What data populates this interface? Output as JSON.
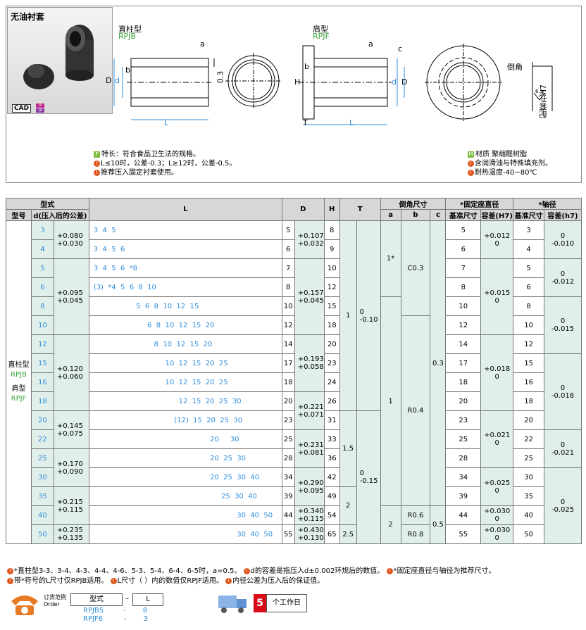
{
  "photo": {
    "title": "无油衬套",
    "cad_label": "CAD",
    "cad_badges": [
      "2D",
      "3D"
    ]
  },
  "drawing": {
    "type1_name": "直柱型",
    "type1_code": "RPJB",
    "type2_name": "肩型",
    "type2_code": "RPJF",
    "labels": {
      "a": "a",
      "b": "b",
      "c": "c",
      "D": "D",
      "d": "d",
      "L": "L",
      "H": "H",
      "T": "T",
      "dim03": "0.3",
      "chamfer": "倒角",
      "fit": "配套孔H7",
      "rough": "6.3"
    }
  },
  "notes": {
    "left": [
      "特长：符合食品卫生法的规格。",
      "L≤10时，公差-0.3；L≥12时，公差-0.5。",
      "推荐压入固定衬套使用。"
    ],
    "right": [
      "材质  聚缩醛树脂",
      "含润滑油与特殊填充剂。",
      "耐热温度-40~80℃"
    ]
  },
  "table": {
    "headers": {
      "type_group": "型式",
      "type_no": "型号",
      "d_col": "d(压入后的公差)",
      "L": "L",
      "D": "D",
      "H": "H",
      "T": "T",
      "chamfer": "倒角尺寸",
      "a": "a",
      "b": "b",
      "c": "c",
      "seat": "*固定座直径",
      "shaft": "*轴径",
      "base": "基准尺寸",
      "tol_h7": "容差(H7)",
      "tol_h7_2": "容差(h7)"
    },
    "type_labels": [
      "直柱型",
      "RPJB",
      "肩型",
      "RPJF"
    ],
    "rows": [
      {
        "d": "3",
        "dtol": [
          "+0.080",
          "+0.030"
        ],
        "L": "3  4  5",
        "D": "5",
        "H": "8",
        "seat": "5",
        "shaft": "3"
      },
      {
        "d": "4",
        "dtol": [
          "",
          ""
        ],
        "L": "3  4  5  6",
        "D": "6",
        "H": "9",
        "seat": "6",
        "shaft": "4"
      },
      {
        "d": "5",
        "dtol": [
          "+0.095",
          "+0.045"
        ],
        "L": "3  4  5  6  *8",
        "D": "7",
        "H": "10",
        "seat": "7",
        "shaft": "5"
      },
      {
        "d": "6",
        "dtol": [
          "",
          ""
        ],
        "L": "(3)  *4  5  6  8  10",
        "D": "8",
        "H": "12",
        "seat": "8",
        "shaft": "6"
      },
      {
        "d": "8",
        "dtol": [
          "",
          ""
        ],
        "L": "                   5  6  8  10  12  15",
        "D": "10",
        "H": "15",
        "seat": "10",
        "shaft": "8"
      },
      {
        "d": "10",
        "dtol": [
          "",
          ""
        ],
        "L": "                        6  8  10  12  15  20",
        "D": "12",
        "H": "18",
        "seat": "12",
        "shaft": "10"
      },
      {
        "d": "12",
        "dtol": [
          "+0.120",
          "+0.060"
        ],
        "L": "                           8  10  12  15  20",
        "D": "14",
        "H": "20",
        "seat": "14",
        "shaft": "12"
      },
      {
        "d": "15",
        "dtol": [
          "",
          ""
        ],
        "L": "                                10  12  15  20  25",
        "D": "17",
        "H": "23",
        "seat": "17",
        "shaft": "15"
      },
      {
        "d": "16",
        "dtol": [
          "",
          ""
        ],
        "L": "                                10  12  15  20  25",
        "D": "18",
        "H": "24",
        "seat": "18",
        "shaft": "16"
      },
      {
        "d": "18",
        "dtol": [
          "",
          ""
        ],
        "L": "                                      12  15  20  25  30",
        "D": "20",
        "H": "26",
        "seat": "20",
        "shaft": "18"
      },
      {
        "d": "20",
        "dtol": [
          "+0.145",
          "+0.075"
        ],
        "L": "                                    (12)  15  20  25  30",
        "D": "23",
        "H": "31",
        "seat": "23",
        "shaft": "20"
      },
      {
        "d": "22",
        "dtol": [
          "",
          ""
        ],
        "L": "                                                    20     30",
        "D": "25",
        "H": "33",
        "seat": "25",
        "shaft": "22"
      },
      {
        "d": "25",
        "dtol": [
          "+0.170",
          "+0.090"
        ],
        "L": "                                                    20  25  30",
        "D": "28",
        "H": "36",
        "seat": "28",
        "shaft": "25"
      },
      {
        "d": "30",
        "dtol": [
          "",
          ""
        ],
        "L": "                                                    20  25  30  40",
        "D": "34",
        "H": "42",
        "seat": "34",
        "shaft": "30"
      },
      {
        "d": "35",
        "dtol": [
          "+0.215",
          "+0.115"
        ],
        "L": "                                                         25  30  40",
        "D": "39",
        "H": "49",
        "seat": "39",
        "shaft": "35"
      },
      {
        "d": "40",
        "dtol": [
          "",
          ""
        ],
        "L": "                                                                30  40  50",
        "D": "44",
        "H": "54",
        "seat": "44",
        "shaft": "40"
      },
      {
        "d": "50",
        "dtol": [
          "+0.235",
          "+0.135"
        ],
        "L": "                                                                30  40  50",
        "D": "55",
        "H": "65",
        "seat": "55",
        "shaft": "50"
      }
    ],
    "Dtol": [
      [
        "+0.107",
        "+0.032"
      ],
      [
        "+0.157",
        "+0.045"
      ],
      [
        "+0.193",
        "+0.058"
      ],
      [
        "+0.221",
        "+0.071"
      ],
      [
        "+0.231",
        "+0.081"
      ],
      [
        "+0.290",
        "+0.095"
      ],
      [
        "+0.340",
        "+0.115"
      ],
      [
        "+0.430",
        "+0.130"
      ]
    ],
    "T": [
      "1",
      "1.5",
      "2",
      "2.5"
    ],
    "Ttol": [
      [
        "0",
        "-0.10"
      ],
      [
        "0",
        "-0.15"
      ]
    ],
    "a": [
      "1*",
      "1",
      "2"
    ],
    "b": [
      "C0.3",
      "R0.4",
      "R0.6",
      "R0.8"
    ],
    "c": [
      "0.3",
      "0.5"
    ],
    "seat_tol": [
      [
        "+0.012",
        "0"
      ],
      [
        "+0.015",
        "0"
      ],
      [
        "+0.018",
        "0"
      ],
      [
        "+0.021",
        "0"
      ],
      [
        "+0.025",
        "0"
      ],
      [
        "+0.030",
        "0"
      ]
    ],
    "shaft_tol": [
      [
        "0",
        "-0.010"
      ],
      [
        "0",
        "-0.012"
      ],
      [
        "0",
        "-0.015"
      ],
      [
        "0",
        "-0.018"
      ],
      [
        "0",
        "-0.021"
      ],
      [
        "0",
        "-0.025"
      ]
    ]
  },
  "footnotes": [
    "*直柱型3-3、3-4、4-3、4-4、4-6、5-3、5-4、6-4、6-5时，a=0.5。",
    "d的容差是指压入d±0.002环规后的数值。",
    "*固定座直径与轴径为推荐尺寸。",
    "带*符号的L尺寸仅RPJB适用。",
    "L尺寸（ ）内的数值仅RPJF适用。",
    "内径公差为压入后的保证值。"
  ],
  "order": {
    "label1": "订货范例",
    "label2": "Order",
    "col1": "型式",
    "col2": "L",
    "ex1": [
      "RPJB5",
      "-",
      "8"
    ],
    "ex2": [
      "RPJF6",
      "-",
      "3"
    ]
  },
  "delivery": {
    "days": "5",
    "unit": "个工作日"
  }
}
